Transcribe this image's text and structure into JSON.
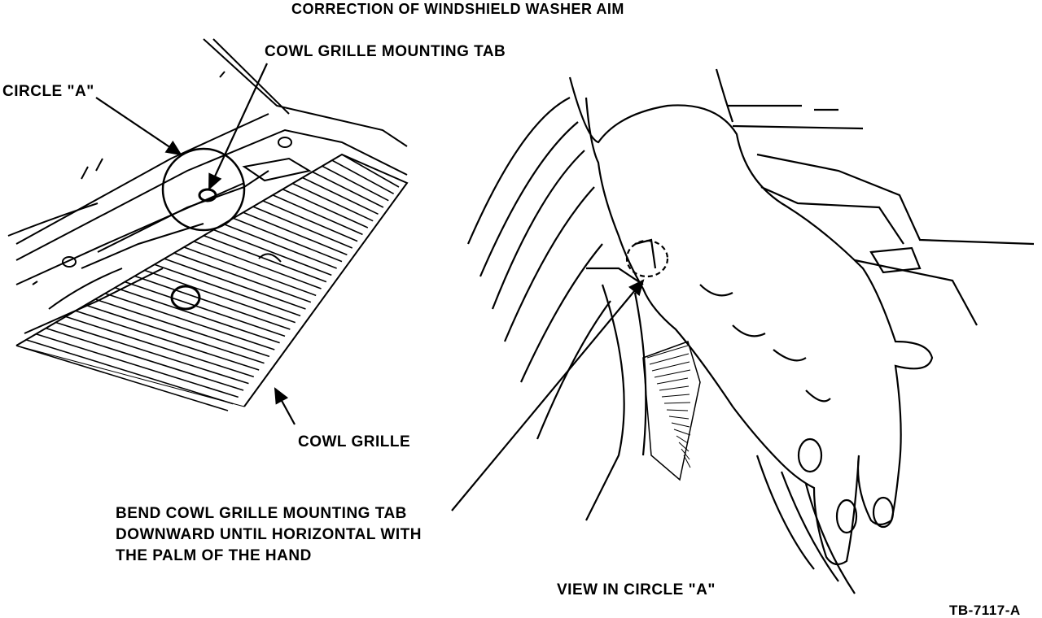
{
  "title": "CORRECTION OF WINDSHIELD WASHER AIM",
  "labels": {
    "mounting_tab": "COWL GRILLE MOUNTING TAB",
    "circle_a": "CIRCLE \"A\"",
    "cowl_grille": "COWL GRILLE",
    "instruction": [
      "BEND COWL GRILLE MOUNTING TAB",
      "DOWNWARD UNTIL HORIZONTAL WITH",
      "THE PALM OF THE HAND"
    ],
    "view_caption": "VIEW IN CIRCLE \"A\"",
    "figure_id": "TB-7117-A"
  }
}
